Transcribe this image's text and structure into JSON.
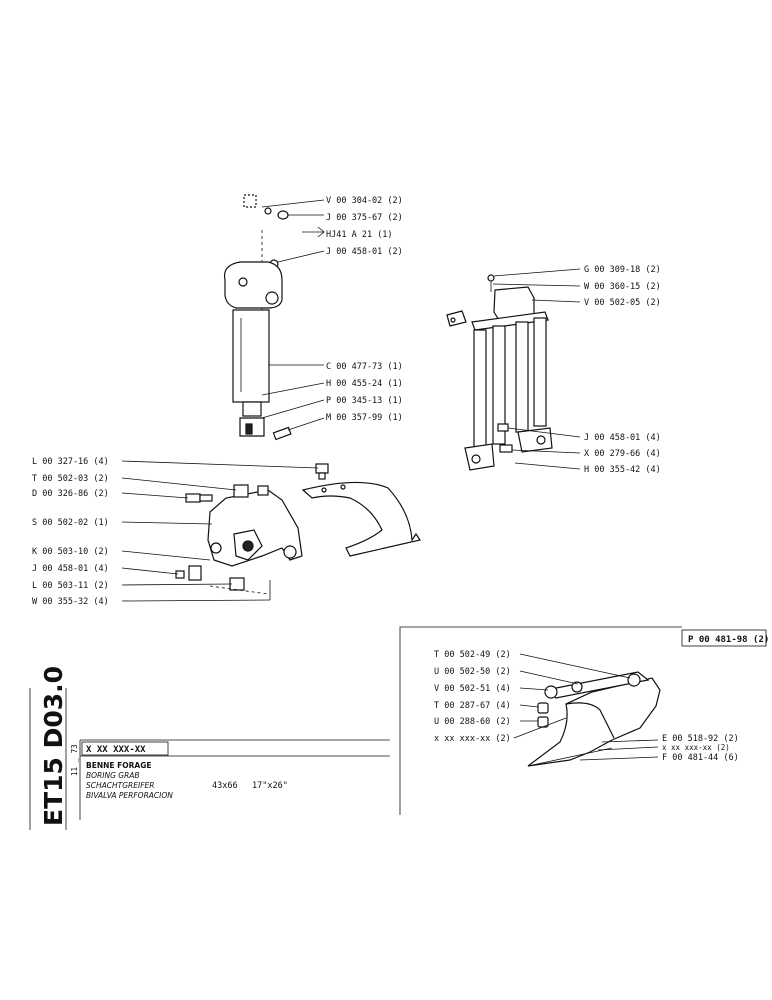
{
  "doc": {
    "code": "ET15 D03.0",
    "date": "11 _ 73",
    "ref_number": "X XX XXX-XX",
    "title_lines": [
      "BENNE FORAGE",
      "BORING GRAB",
      "SCHACHTGREIFER",
      "BIVALVA PERFORACION"
    ],
    "dimension_mm": "43x66",
    "dimension_in": "17\"x26\""
  },
  "cylinder_parts": [
    {
      "ref": "V 00 304-02",
      "qty": "(2)"
    },
    {
      "ref": "J 00 375-67",
      "qty": "(2)"
    },
    {
      "ref": "HJ41  A 21",
      "qty": "(1)"
    },
    {
      "ref": "J 00 458-01",
      "qty": "(2)"
    },
    {
      "ref": "C 00 477-73",
      "qty": "(1)"
    },
    {
      "ref": "H 00 455-24",
      "qty": "(1)"
    },
    {
      "ref": "P 00 345-13",
      "qty": "(1)"
    },
    {
      "ref": "M 00 357-99",
      "qty": "(1)"
    }
  ],
  "frame_parts": [
    {
      "ref": "G 00 309-18",
      "qty": "(2)"
    },
    {
      "ref": "W 00 360-15",
      "qty": "(2)"
    },
    {
      "ref": "V 00 502-05",
      "qty": "(2)"
    },
    {
      "ref": "J 00 458-01",
      "qty": "(4)"
    },
    {
      "ref": "X 00 279-66",
      "qty": "(4)"
    },
    {
      "ref": "H 00 355-42",
      "qty": "(4)"
    }
  ],
  "grab_parts": [
    {
      "ref": "L 00 327-16",
      "qty": "(4)"
    },
    {
      "ref": "T 00 502-03",
      "qty": "(2)"
    },
    {
      "ref": "D 00 326-86",
      "qty": "(2)"
    },
    {
      "ref": "S 00 502-02",
      "qty": "(1)"
    },
    {
      "ref": "K 00 503-10",
      "qty": "(2)"
    },
    {
      "ref": "J 00 458-01",
      "qty": "(4)"
    },
    {
      "ref": "L 00 503-11",
      "qty": "(2)"
    },
    {
      "ref": "W 00 355-32",
      "qty": "(4)"
    }
  ],
  "bucket": {
    "box_ref": "P 00 481-98  (2)",
    "left_parts": [
      {
        "ref": "T 00 502-49",
        "qty": "(2)"
      },
      {
        "ref": "U 00 502-50",
        "qty": "(2)"
      },
      {
        "ref": "V 00 502-51",
        "qty": "(4)"
      },
      {
        "ref": "T 00 287-67",
        "qty": "(4)"
      },
      {
        "ref": "U 00 288-60",
        "qty": "(2)"
      },
      {
        "ref": "x xx xxx-xx",
        "qty": "(2)"
      }
    ],
    "right_parts": [
      {
        "ref": "E 00 518-92",
        "qty": "(2)"
      },
      {
        "ref": "x xx xxx-xx",
        "qty": "(2)"
      },
      {
        "ref": "F 00 481-44",
        "qty": "(6)"
      }
    ]
  }
}
